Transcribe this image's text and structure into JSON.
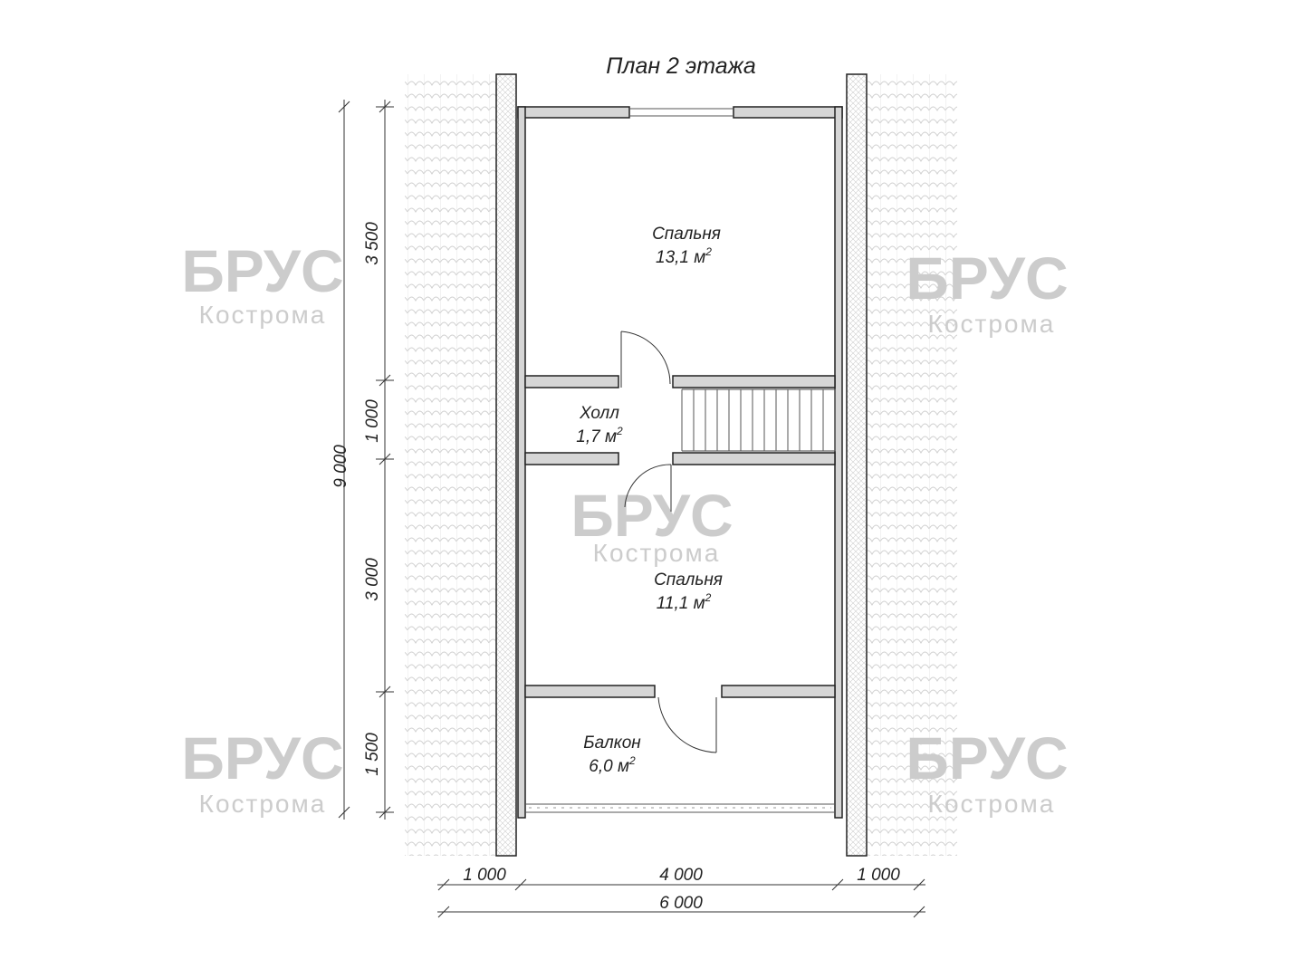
{
  "title": "План 2 этажа",
  "rooms": [
    {
      "name": "Спальня",
      "area": "13,1 м",
      "sup": "2"
    },
    {
      "name": "Холл",
      "area": "1,7 м",
      "sup": "2"
    },
    {
      "name": "Спальня",
      "area": "11,1 м",
      "sup": "2"
    },
    {
      "name": "Балкон",
      "area": "6,0 м",
      "sup": "2"
    }
  ],
  "dimensions": {
    "vertical": [
      "3 500",
      "1 000",
      "3 000",
      "1 500"
    ],
    "vertical_total": "9 000",
    "horizontal": [
      "1 000",
      "4 000",
      "1 000"
    ],
    "horizontal_total": "6 000"
  },
  "watermark": {
    "brand": "БРУС",
    "city": "Кострома"
  }
}
